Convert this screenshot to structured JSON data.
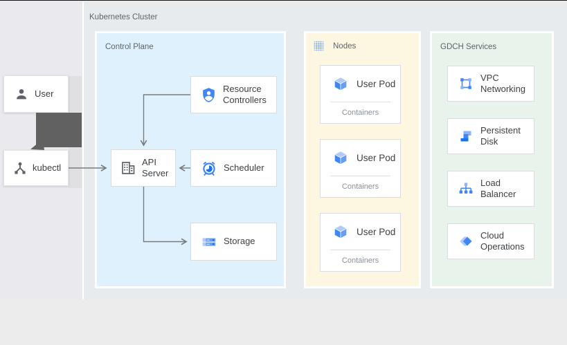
{
  "diagram": {
    "title": "Kubernetes Cluster"
  },
  "actors": {
    "user": {
      "label": "User",
      "icon": "person-icon"
    },
    "kubectl": {
      "label": "kubectl",
      "icon": "device-hub-icon"
    }
  },
  "control_plane": {
    "label": "Control Plane",
    "boxes": [
      {
        "label": "Resource Controllers",
        "icon": "shield-person-icon"
      },
      {
        "label": "API Server",
        "icon": "building-icon"
      },
      {
        "label": "Scheduler",
        "icon": "alarm-clock-icon"
      },
      {
        "label": "Storage",
        "icon": "server-racks-icon"
      }
    ]
  },
  "nodes": {
    "label": "Nodes",
    "icon": "dot-grid-icon",
    "pods": [
      {
        "label": "User Pod",
        "sublabel": "Containers",
        "icon": "cube-icon"
      },
      {
        "label": "User Pod",
        "sublabel": "Containers",
        "icon": "cube-icon"
      },
      {
        "label": "User Pod",
        "sublabel": "Containers",
        "icon": "cube-icon"
      }
    ]
  },
  "gdch": {
    "label": "GDCH Services",
    "boxes": [
      {
        "label": "VPC Networking",
        "icon": "vpc-network-icon"
      },
      {
        "label": "Persistent Disk",
        "icon": "persistent-disk-icon"
      },
      {
        "label": "Load Balancer",
        "icon": "load-balancer-icon"
      },
      {
        "label": "Cloud Operations",
        "icon": "cloud-operations-icon"
      }
    ]
  },
  "colors": {
    "icon_blue": "#4285f4",
    "icon_blue_light": "#aecbfa",
    "icon_blue_mid": "#669df6",
    "icon_blue_dark": "#1967d2",
    "panel_blue": "#def1fc",
    "panel_yellow": "#fdf7e2",
    "panel_green": "#e7f3eb",
    "connector_gray": "#7a7a7a",
    "arrow_block_gray": "#616161",
    "icon_gray": "#5f6368"
  }
}
